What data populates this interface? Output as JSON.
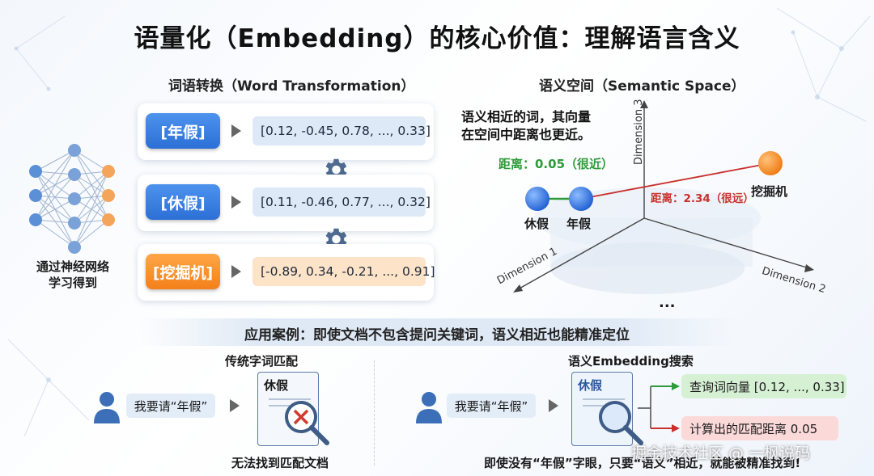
{
  "title": "语量化（Embedding）的核心价值：理解语言含义",
  "left_section": {
    "heading": "词语转换（Word Transformation）",
    "nn_caption_line1": "通过神经网络",
    "nn_caption_line2": "学习得到",
    "rows": [
      {
        "word": "[年假]",
        "vector": "[0.12, -0.45, 0.78, ..., 0.33]"
      },
      {
        "word": "[休假]",
        "vector": "[0.11, -0.46, 0.77, ..., 0.32]"
      },
      {
        "word": "[挖掘机]",
        "vector": "[-0.89, 0.34, -0.21, ..., 0.91]"
      }
    ]
  },
  "right_section": {
    "heading": "语义空间（Semantic Space）",
    "note_line1": "语义相近的词，其向量",
    "note_line2": "在空间中距离也更近。",
    "near_label": "距离：0.05（很近）",
    "far_label": "距离：2.34（很远）",
    "point_a": "休假",
    "point_b": "年假",
    "point_c": "挖掘机",
    "axis_1": "Dimension 1",
    "axis_2": "Dimension 2",
    "axis_3": "Dimension 3",
    "ellipsis": "..."
  },
  "case_heading": "应用案例：即使文档不包含提问关键词，语义相近也能精准定位",
  "traditional": {
    "heading": "传统字词匹配",
    "query": "我要请“年假”",
    "doc_word": "休假",
    "result": "无法找到匹配文档"
  },
  "semantic": {
    "heading": "语义Embedding搜索",
    "query": "我要请“年假”",
    "doc_word": "休假",
    "tag_top": "查询词向量 [0.12, ..., 0.33]",
    "tag_bottom": "计算出的匹配距离   0.05",
    "result": "即使没有“年假”字眼，只要“语义”相近，就能被精准找到!"
  },
  "watermark": "掘金技术社区 @ 一枫说码",
  "colors": {
    "blue": "#2c6fd6",
    "orange": "#f4801a",
    "green": "#2e9b3a",
    "red": "#c9302c"
  }
}
